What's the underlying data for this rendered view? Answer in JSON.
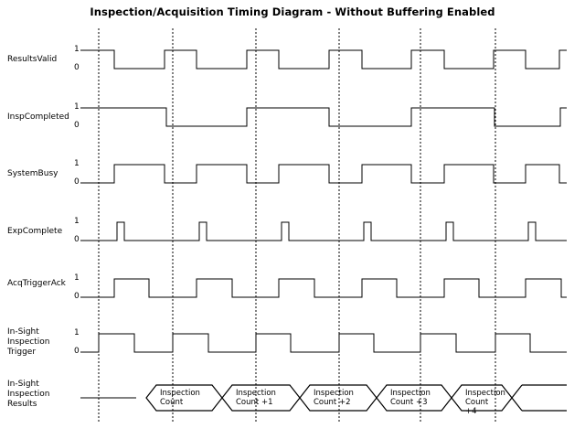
{
  "title": "Inspection/Acquisition Timing Diagram - Without Buffering Enabled",
  "colors": {
    "background": "#ffffff",
    "line": "#000000",
    "marker": "#000000"
  },
  "axis": {
    "high_label": "1",
    "low_label": "0"
  },
  "signals": [
    {
      "name": "ResultsValid",
      "label": "ResultsValid",
      "row": 0,
      "has_levels": true
    },
    {
      "name": "InspCompleted",
      "label": "InspCompleted",
      "row": 1,
      "has_levels": true
    },
    {
      "name": "SystemBusy",
      "label": "SystemBusy",
      "row": 2,
      "has_levels": true
    },
    {
      "name": "ExpComplete",
      "label": "ExpComplete",
      "row": 3,
      "has_levels": true
    },
    {
      "name": "AcqTriggerAck",
      "label": "AcqTriggerAck",
      "row": 4,
      "has_levels": true
    },
    {
      "name": "insight-inspection-trigger",
      "label": "In-Sight\nInspection\nTrigger",
      "row": 5,
      "has_levels": true
    },
    {
      "name": "insight-inspection-results",
      "label": "In-Sight\nInspection\nResults",
      "row": 6,
      "has_levels": false
    }
  ],
  "bus_values": [
    "Inspection\nCount",
    "Inspection\nCount +1",
    "Inspection\nCount +2",
    "Inspection\nCount +3",
    "Inspection\nCount +4"
  ],
  "chart_data": {
    "type": "line",
    "title": "Inspection/Acquisition Timing Diagram - Without Buffering Enabled",
    "xlabel": "",
    "ylabel": "",
    "grid": false,
    "legend": "none",
    "description": "Digital timing waveform diagram with 7 signal traces and 6 vertical dashed time markers.",
    "time_markers": [
      108,
      189,
      280,
      371,
      460,
      542
    ],
    "x_range": [
      88,
      620
    ],
    "y_levels": {
      "1": "high",
      "0": "low"
    },
    "series": [
      {
        "name": "ResultsValid",
        "start_level": 1,
        "transitions": [
          {
            "x": 125,
            "level": 0
          },
          {
            "x": 180,
            "level": 1
          },
          {
            "x": 215,
            "level": 0
          },
          {
            "x": 270,
            "level": 1
          },
          {
            "x": 305,
            "level": 0
          },
          {
            "x": 360,
            "level": 1
          },
          {
            "x": 396,
            "level": 0
          },
          {
            "x": 450,
            "level": 1
          },
          {
            "x": 486,
            "level": 0
          },
          {
            "x": 540,
            "level": 1
          },
          {
            "x": 575,
            "level": 0
          },
          {
            "x": 612,
            "level": 1
          }
        ]
      },
      {
        "name": "InspCompleted",
        "start_level": 1,
        "transitions": [
          {
            "x": 182,
            "level": 0
          },
          {
            "x": 270,
            "level": 1
          },
          {
            "x": 360,
            "level": 0
          },
          {
            "x": 450,
            "level": 1
          },
          {
            "x": 541,
            "level": 0
          },
          {
            "x": 613,
            "level": 1
          }
        ]
      },
      {
        "name": "SystemBusy",
        "start_level": 0,
        "transitions": [
          {
            "x": 125,
            "level": 1
          },
          {
            "x": 180,
            "level": 0
          },
          {
            "x": 215,
            "level": 1
          },
          {
            "x": 270,
            "level": 0
          },
          {
            "x": 305,
            "level": 1
          },
          {
            "x": 360,
            "level": 0
          },
          {
            "x": 396,
            "level": 1
          },
          {
            "x": 450,
            "level": 0
          },
          {
            "x": 486,
            "level": 1
          },
          {
            "x": 540,
            "level": 0
          },
          {
            "x": 575,
            "level": 1
          },
          {
            "x": 612,
            "level": 0
          }
        ]
      },
      {
        "name": "ExpComplete",
        "start_level": 0,
        "transitions": [
          {
            "x": 128,
            "level": 1
          },
          {
            "x": 136,
            "level": 0
          },
          {
            "x": 218,
            "level": 1
          },
          {
            "x": 226,
            "level": 0
          },
          {
            "x": 308,
            "level": 1
          },
          {
            "x": 316,
            "level": 0
          },
          {
            "x": 398,
            "level": 1
          },
          {
            "x": 406,
            "level": 0
          },
          {
            "x": 488,
            "level": 1
          },
          {
            "x": 496,
            "level": 0
          },
          {
            "x": 578,
            "level": 1
          },
          {
            "x": 586,
            "level": 0
          }
        ]
      },
      {
        "name": "AcqTriggerAck",
        "start_level": 0,
        "transitions": [
          {
            "x": 125,
            "level": 1
          },
          {
            "x": 163,
            "level": 0
          },
          {
            "x": 215,
            "level": 1
          },
          {
            "x": 254,
            "level": 0
          },
          {
            "x": 305,
            "level": 1
          },
          {
            "x": 344,
            "level": 0
          },
          {
            "x": 396,
            "level": 1
          },
          {
            "x": 434,
            "level": 0
          },
          {
            "x": 486,
            "level": 1
          },
          {
            "x": 524,
            "level": 0
          },
          {
            "x": 575,
            "level": 1
          },
          {
            "x": 614,
            "level": 0
          }
        ]
      },
      {
        "name": "insight-inspection-trigger",
        "start_level": 0,
        "transitions": [
          {
            "x": 108,
            "level": 1
          },
          {
            "x": 147,
            "level": 0
          },
          {
            "x": 189,
            "level": 1
          },
          {
            "x": 228,
            "level": 0
          },
          {
            "x": 280,
            "level": 1
          },
          {
            "x": 318,
            "level": 0
          },
          {
            "x": 371,
            "level": 1
          },
          {
            "x": 409,
            "level": 0
          },
          {
            "x": 460,
            "level": 1
          },
          {
            "x": 499,
            "level": 0
          },
          {
            "x": 542,
            "level": 1
          },
          {
            "x": 580,
            "level": 0
          }
        ]
      }
    ],
    "bus_series": {
      "name": "insight-inspection-results",
      "segments": [
        {
          "x_start": 88,
          "x_end": 160,
          "value": ""
        },
        {
          "x_start": 160,
          "x_end": 243,
          "value": "Inspection\nCount"
        },
        {
          "x_start": 243,
          "x_end": 328,
          "value": "Inspection\nCount +1"
        },
        {
          "x_start": 328,
          "x_end": 412,
          "value": "Inspection\nCount +2"
        },
        {
          "x_start": 412,
          "x_end": 494,
          "value": "Inspection\nCount +3"
        },
        {
          "x_start": 494,
          "x_end": 560,
          "value": "Inspection\nCount +4"
        },
        {
          "x_start": 560,
          "x_end": 620,
          "value": ""
        }
      ]
    }
  }
}
